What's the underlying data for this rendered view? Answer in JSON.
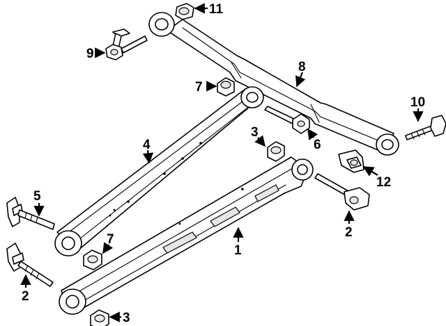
{
  "callouts": {
    "c1": "1",
    "c2a": "2",
    "c2b": "2",
    "c3a": "3",
    "c3b": "3",
    "c4": "4",
    "c5": "5",
    "c6": "6",
    "c7a": "7",
    "c7b": "7",
    "c8": "8",
    "c9": "9",
    "c10": "10",
    "c11": "11",
    "c12": "12"
  }
}
